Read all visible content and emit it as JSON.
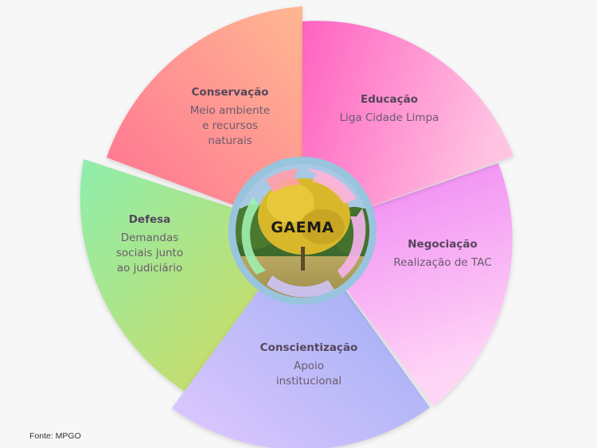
{
  "center": {
    "label": "GAEMA",
    "image": "yellow-ipe-tree-photo"
  },
  "segments": [
    {
      "id": "conservacao",
      "title": "Conservação",
      "desc_lines": [
        "Meio ambiente",
        "e recursos",
        "naturais"
      ],
      "colors": [
        "#ffb18f",
        "#ff7a98"
      ]
    },
    {
      "id": "educacao",
      "title": "Educação",
      "desc_lines": [
        "Liga Cidade Limpa"
      ],
      "colors": [
        "#ff6cc4",
        "#ffbde0"
      ]
    },
    {
      "id": "negociacao",
      "title": "Negociação",
      "desc_lines": [
        "Realização de TAC"
      ],
      "colors": [
        "#f28cf5",
        "#ffd0f4"
      ]
    },
    {
      "id": "conscientizacao",
      "title": "Conscientização",
      "desc_lines": [
        "Apoio",
        "institucional"
      ],
      "colors": [
        "#d7c2ff",
        "#99aaf5"
      ]
    },
    {
      "id": "defesa",
      "title": "Defesa",
      "desc_lines": [
        "Demandas",
        "sociais junto",
        "ao judiciário"
      ],
      "colors": [
        "#92eca8",
        "#d1da62"
      ]
    }
  ],
  "footer": {
    "source": "Fonte: MPGO"
  }
}
